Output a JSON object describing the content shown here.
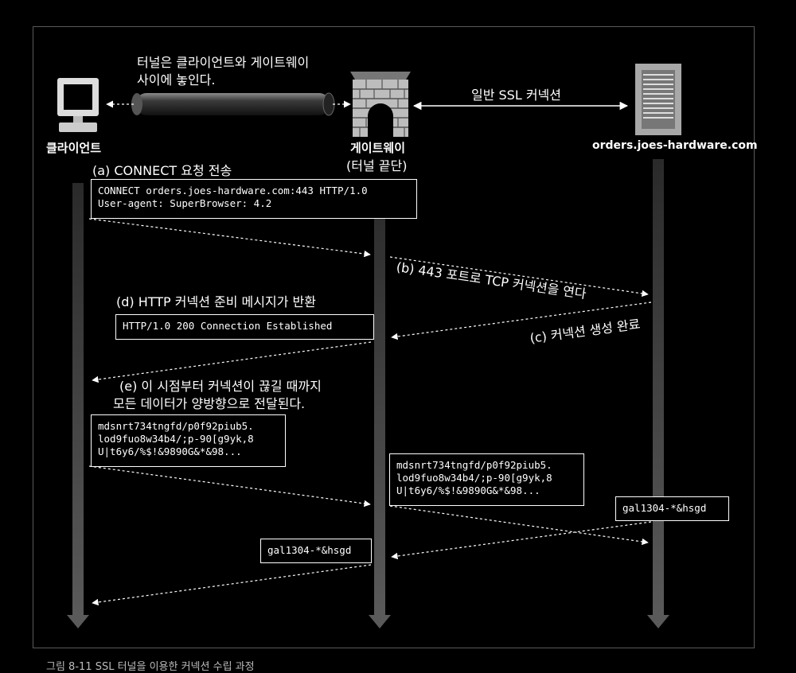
{
  "actors": {
    "client": "클라이언트",
    "gateway": "게이트웨이",
    "gateway_sub": "(터널 끝단)",
    "server": "orders.joes-hardware.com"
  },
  "tunnel_note": [
    "터널은 클라이언트와 게이트웨이",
    "사이에 놓인다."
  ],
  "ssl_label": "일반 SSL 커넥션",
  "steps": {
    "a": "(a) CONNECT 요청 전송",
    "b": "(b) 443 포트로 TCP 커넥션을 연다",
    "c": "(c) 커넥션 생성 완료",
    "d": "(d) HTTP 커넥션 준비 메시지가 반환",
    "e_line1": "(e) 이 시점부터 커넥션이 끊길 때까지",
    "e_line2": "모든 데이터가 양방향으로 전달된다."
  },
  "messages": {
    "connect_request": [
      "CONNECT orders.joes-hardware.com:443 HTTP/1.0",
      "User-agent: SuperBrowser: 4.2"
    ],
    "connect_response": "HTTP/1.0 200 Connection Established",
    "data_client": [
      "mdsnrt734tngfd/p0f92piub5.",
      "lod9fuo8w34b4/;p-90[g9yk,8",
      "U|t6y6/%$!&9890G&*&98..."
    ],
    "data_gateway": [
      "mdsnrt734tngfd/p0f92piub5.",
      "lod9fuo8w34b4/;p-90[g9yk,8",
      "U|t6y6/%$!&9890G&*&98..."
    ],
    "reply_server": "gal1304-*&hsgd",
    "reply_gateway": "gal1304-*&hsgd"
  },
  "caption": "그림 8-11  SSL 터널을 이용한 커넥션 수립 과정",
  "colors": {
    "background": "#000000",
    "lifeline": "#444444",
    "text": "#ffffff"
  }
}
